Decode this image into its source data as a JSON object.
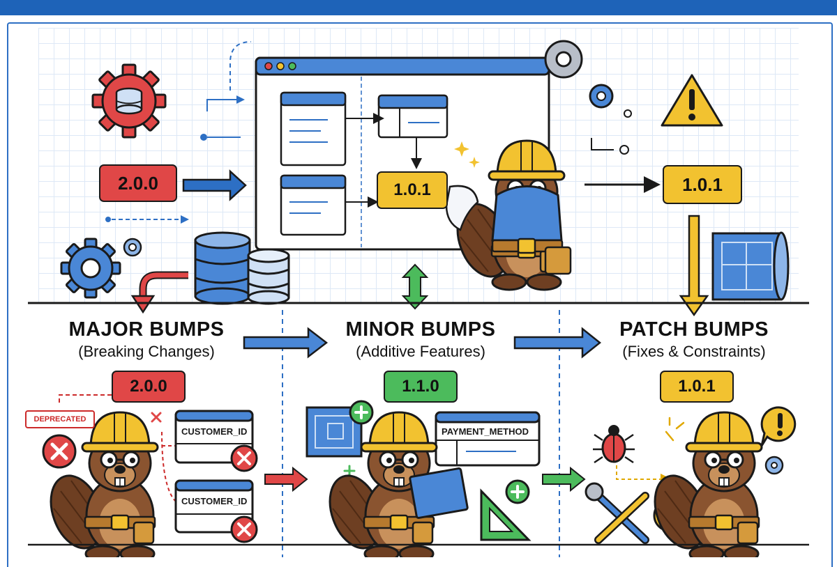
{
  "diagram": {
    "top_left_badge": "2.0.0",
    "screen_badge": "1.0.1",
    "top_right_badge": "1.0.1",
    "columns": [
      {
        "title": "MAJOR BUMPS",
        "subtitle": "(Breaking Changes)",
        "version": "2.0.0",
        "color": "#e04747"
      },
      {
        "title": "MINOR BUMPS",
        "subtitle": "(Additive Features)",
        "version": "1.1.0",
        "color": "#4cbb5c"
      },
      {
        "title": "PATCH BUMPS",
        "subtitle": "(Fixes & Constraints)",
        "version": "1.0.1",
        "color": "#f2c230"
      }
    ],
    "deprecated_label": "DEPRECATED",
    "major_cards": [
      "CUSTOMER_ID",
      "CUSTOMER_ID"
    ],
    "minor_card": "PAYMENT_METHOD"
  },
  "colors": {
    "blue": "#2d6fc4",
    "red": "#e04747",
    "green": "#4cbb5c",
    "yellow": "#f2c230",
    "beaver": "#8a5430"
  }
}
